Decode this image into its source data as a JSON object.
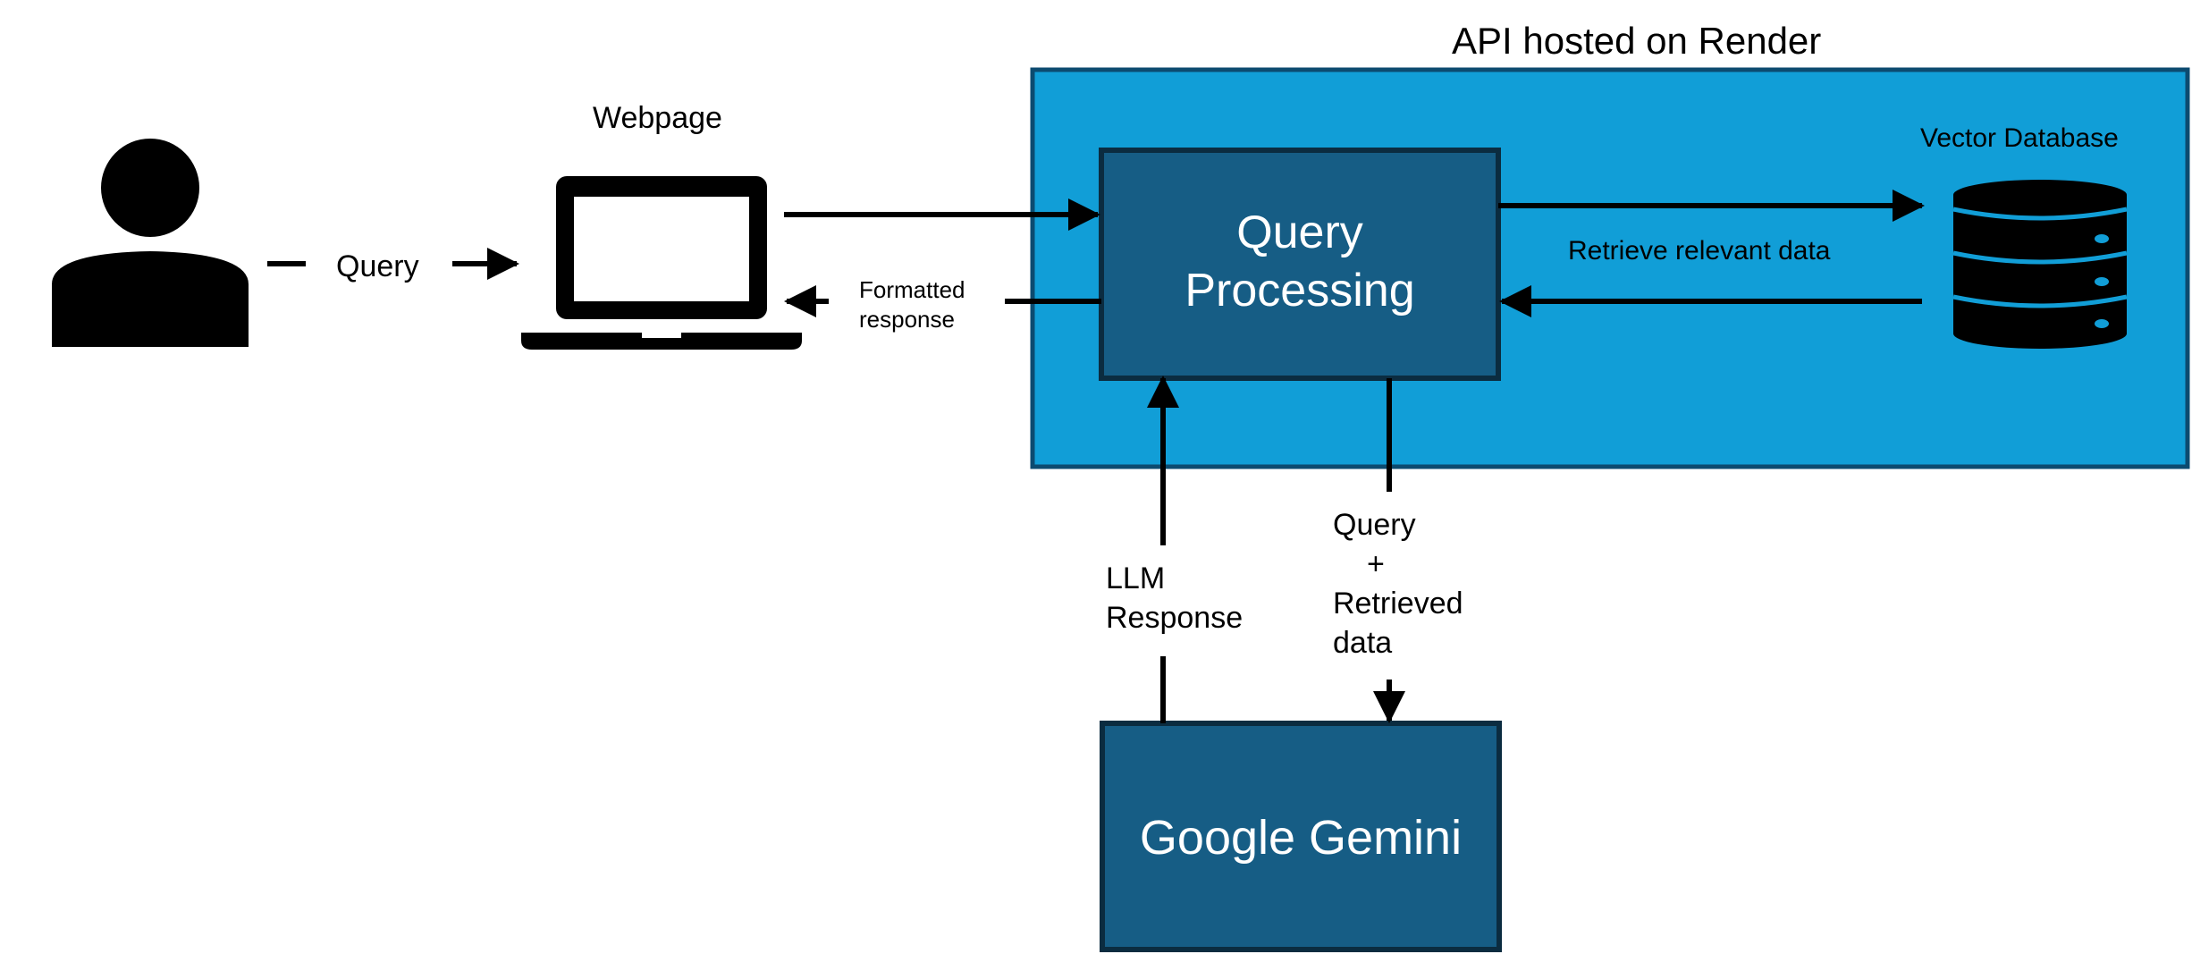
{
  "api_container": {
    "title": "API hosted on Render"
  },
  "webpage": {
    "label": "Webpage"
  },
  "query_processing": {
    "line1": "Query",
    "line2": "Processing"
  },
  "vector_db": {
    "label": "Vector Database"
  },
  "gemini": {
    "label": "Google Gemini"
  },
  "edges": {
    "user_query": "Query",
    "formatted_response": {
      "line1": "Formatted",
      "line2": "response"
    },
    "retrieve": "Retrieve relevant data",
    "llm_response": {
      "line1": "LLM",
      "line2": "Response"
    },
    "query_retrieved": {
      "line1": "Query",
      "line2": "+",
      "line3": "Retrieved",
      "line4": "data"
    }
  },
  "colors": {
    "container_fill": "#119ED7",
    "container_border": "#0C4B70",
    "box_fill": "#165D85",
    "box_border": "#0B2C40",
    "db_stripe": "#119ED7",
    "ink": "#000000"
  },
  "icons": [
    "person-icon",
    "laptop-icon",
    "database-icon"
  ]
}
